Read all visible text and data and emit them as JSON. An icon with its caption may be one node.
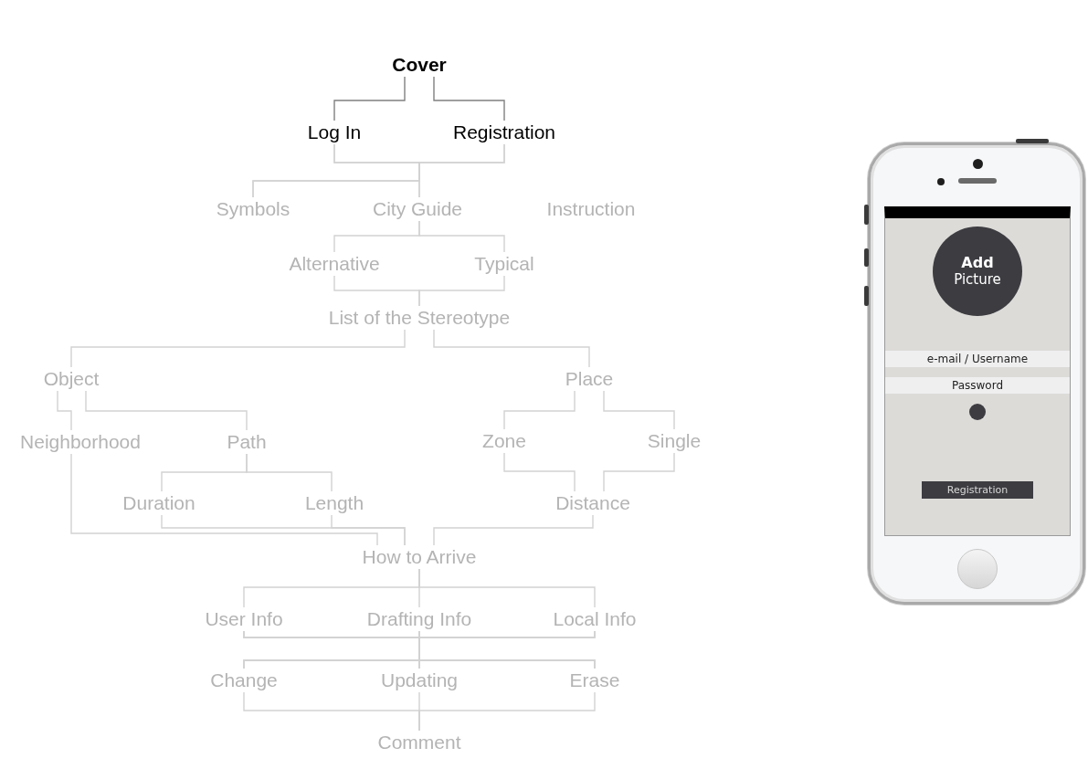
{
  "diagram": {
    "nodes": [
      {
        "text": [
          "Cover"
        ]
      },
      {
        "text": [
          "Log In"
        ]
      },
      {
        "text": [
          "Registration"
        ]
      },
      {
        "text": [
          "Symbols"
        ]
      },
      {
        "text": [
          "City Guide"
        ]
      },
      {
        "text": [
          "Instruction"
        ]
      },
      {
        "text": [
          "Alternative"
        ]
      },
      {
        "text": [
          "Typical"
        ]
      },
      {
        "text": [
          "List of the Stereotype"
        ]
      },
      {
        "text": [
          "Object"
        ]
      },
      {
        "text": [
          "Place"
        ]
      },
      {
        "text": [
          "Neighborhood"
        ]
      },
      {
        "text": [
          "Path"
        ]
      },
      {
        "text": [
          "Zone"
        ]
      },
      {
        "text": [
          "Single"
        ]
      },
      {
        "text": [
          "Duration"
        ]
      },
      {
        "text": [
          "Length"
        ]
      },
      {
        "text": [
          "Distance"
        ]
      },
      {
        "text": [
          "How to Arrive"
        ]
      },
      {
        "text": [
          "User Info"
        ]
      },
      {
        "text": [
          "Drafting Info"
        ]
      },
      {
        "text": [
          "Local Info"
        ]
      },
      {
        "text": [
          "Change"
        ]
      },
      {
        "text": [
          "Updating"
        ]
      },
      {
        "text": [
          "Erase"
        ]
      },
      {
        "text": [
          "Comment"
        ]
      },
      {
        "text": [
          "Add",
          "Picture"
        ]
      }
    ],
    "edges": [
      {
        "from": 0,
        "to": 1,
        "arrow": "none",
        "color": "#808080"
      },
      {
        "from": 0,
        "to": 2,
        "arrow": "none",
        "color": "#808080"
      },
      {
        "from": 1,
        "to": 3,
        "arrow": "none"
      },
      {
        "from": 1,
        "to": 4,
        "arrow": "none"
      },
      {
        "from": 2,
        "to": 3,
        "arrow": "none"
      },
      {
        "from": 2,
        "to": 4,
        "arrow": "none"
      },
      {
        "from": 4,
        "to": 6,
        "arrow": "none"
      },
      {
        "from": 4,
        "to": 7,
        "arrow": "none"
      },
      {
        "from": 6,
        "to": 8,
        "arrow": "none"
      },
      {
        "from": 7,
        "to": 8,
        "arrow": "none"
      },
      {
        "from": 8,
        "to": 9,
        "arrow": "none"
      },
      {
        "from": 8,
        "to": 10,
        "arrow": "none"
      },
      {
        "from": 9,
        "to": 11,
        "arrow": "none"
      },
      {
        "from": 9,
        "to": 12,
        "arrow": "none"
      },
      {
        "from": 10,
        "to": 13,
        "arrow": "none"
      },
      {
        "from": 10,
        "to": 14,
        "arrow": "none"
      },
      {
        "from": 12,
        "to": 15,
        "arrow": "none"
      },
      {
        "from": 12,
        "to": 16,
        "arrow": "none"
      },
      {
        "from": 13,
        "to": 17,
        "arrow": "none"
      },
      {
        "from": 14,
        "to": 17,
        "arrow": "none"
      },
      {
        "from": 11,
        "to": 18,
        "arrow": "none"
      },
      {
        "from": 15,
        "to": 18,
        "arrow": "none"
      },
      {
        "from": 16,
        "to": 18,
        "arrow": "none"
      },
      {
        "from": 17,
        "to": 18,
        "arrow": "none"
      },
      {
        "from": 18,
        "to": 19,
        "arrow": "none"
      },
      {
        "from": 18,
        "to": 20,
        "arrow": "none"
      },
      {
        "from": 18,
        "to": 21,
        "arrow": "none"
      },
      {
        "from": 19,
        "to": 22,
        "arrow": "none"
      },
      {
        "from": 19,
        "to": 23,
        "arrow": "none"
      },
      {
        "from": 19,
        "to": 24,
        "arrow": "none"
      },
      {
        "from": 20,
        "to": 22,
        "arrow": "none"
      },
      {
        "from": 20,
        "to": 23,
        "arrow": "none"
      },
      {
        "from": 20,
        "to": 24,
        "arrow": "none"
      },
      {
        "from": 21,
        "to": 22,
        "arrow": "none"
      },
      {
        "from": 21,
        "to": 23,
        "arrow": "none"
      },
      {
        "from": 21,
        "to": 24,
        "arrow": "none"
      },
      {
        "from": 22,
        "to": 25,
        "arrow": "none"
      },
      {
        "from": 23,
        "to": 25,
        "arrow": "none"
      },
      {
        "from": 24,
        "to": 25,
        "arrow": "none"
      }
    ],
    "labels": [
      "e-mail / Username",
      "Password",
      "Registration"
    ]
  }
}
